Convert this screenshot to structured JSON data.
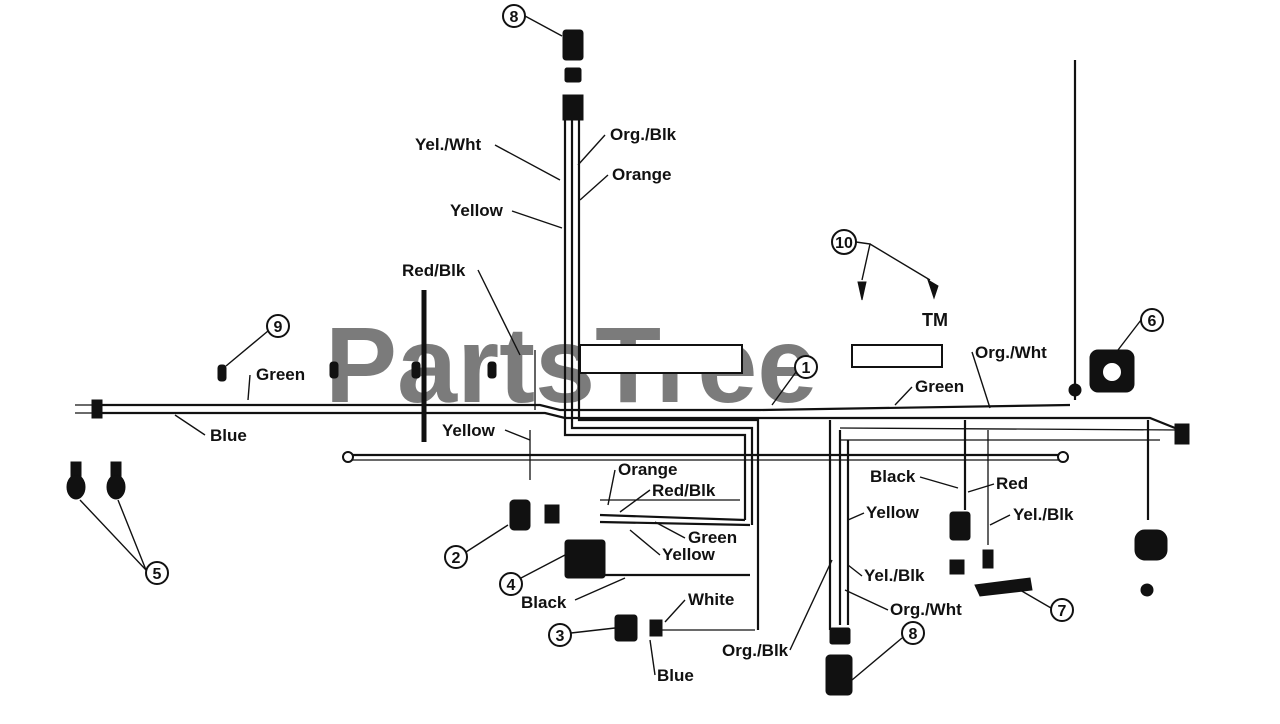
{
  "watermark": {
    "text": "PartsTree",
    "tm": "TM"
  },
  "wire_labels": {
    "yel_wht_top": "Yel./Wht",
    "org_blk_top": "Org./Blk",
    "orange_top": "Orange",
    "yellow_top": "Yellow",
    "red_blk_left": "Red/Blk",
    "green_left": "Green",
    "blue_left": "Blue",
    "yellow_mid": "Yellow",
    "orange_mid": "Orange",
    "red_blk_mid": "Red/Blk",
    "green_mid": "Green",
    "yellow_low": "Yellow",
    "black_low": "Black",
    "white_low": "White",
    "blue_low": "Blue",
    "org_blk_low": "Org./Blk",
    "org_wht_right": "Org./Wht",
    "green_right": "Green",
    "black_right": "Black",
    "red_right": "Red",
    "yellow_right": "Yellow",
    "yel_blk_right": "Yel./Blk",
    "yel_blk_low": "Yel./Blk",
    "org_wht_low": "Org./Wht"
  },
  "callouts": {
    "c1": "1",
    "c2": "2",
    "c3": "3",
    "c4": "4",
    "c5": "5",
    "c6": "6",
    "c7": "7",
    "c8a": "8",
    "c8b": "8",
    "c9": "9",
    "c10": "10"
  }
}
